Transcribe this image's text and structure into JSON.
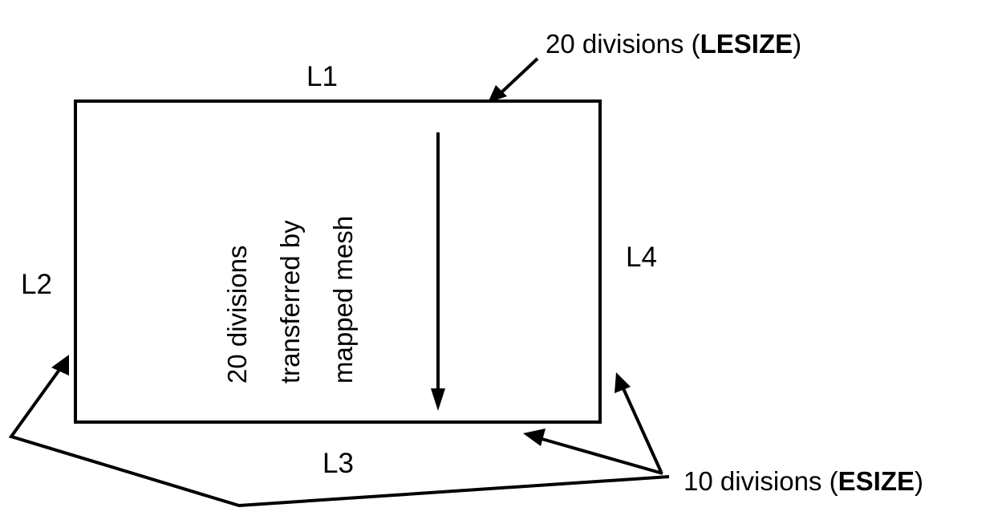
{
  "lines": {
    "top": "L1",
    "left": "L2",
    "bottom": "L3",
    "right": "L4"
  },
  "annotations": {
    "lesize": {
      "prefix": "20 divisions (",
      "keyword": "LESIZE",
      "suffix": ")"
    },
    "esize": {
      "prefix": "10 divisions (",
      "keyword": "ESIZE",
      "suffix": ")"
    },
    "mapped_note": [
      "20 divisions",
      "transferred by",
      "mapped mesh"
    ]
  },
  "colors": {
    "stroke": "#000000",
    "background": "#ffffff"
  }
}
